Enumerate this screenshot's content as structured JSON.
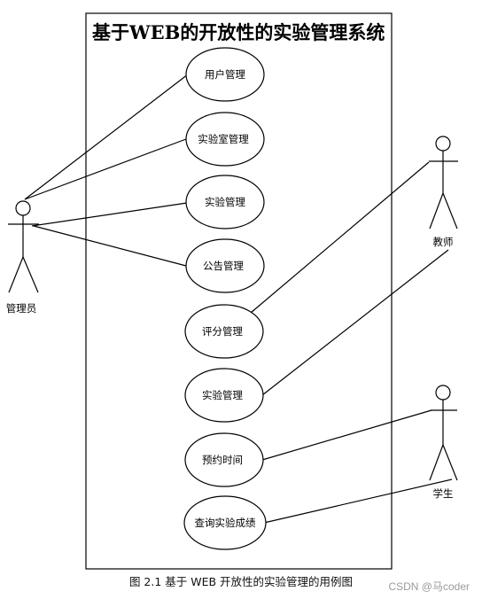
{
  "system": {
    "title": "基于WEB的开放性的实验管理系统"
  },
  "actors": {
    "admin": "管理员",
    "teacher": "教师",
    "student": "学生"
  },
  "use_cases": [
    "用户管理",
    "实验室管理",
    "实验管理",
    "公告管理",
    "评分管理",
    "实验管理",
    "预约时间",
    "查询实验成绩"
  ],
  "associations": [
    [
      "管理员",
      "用户管理"
    ],
    [
      "管理员",
      "实验室管理"
    ],
    [
      "管理员",
      "实验管理"
    ],
    [
      "管理员",
      "公告管理"
    ],
    [
      "教师",
      "评分管理"
    ],
    [
      "教师",
      "实验管理"
    ],
    [
      "学生",
      "预约时间"
    ],
    [
      "学生",
      "查询实验成绩"
    ]
  ],
  "caption": "图 2.1 基于 WEB 开放性的实验管理的用例图",
  "watermark": "CSDN @马coder"
}
